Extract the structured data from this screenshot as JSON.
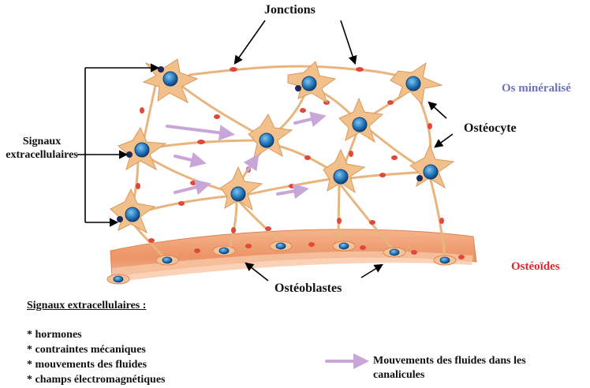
{
  "labels": {
    "jonctions": "Jonctions",
    "os_mineralise": "Os minéralisé",
    "osteocyte": "Ostéocyte",
    "signaux": "Signaux extracellulaires",
    "osteoides": "Ostéoïdes",
    "osteoblastes": "Ostéoblastes"
  },
  "legend": {
    "title": "Signaux extracellulaires :",
    "items": [
      "* hormones",
      "* contraintes mécaniques",
      "* mouvements des fluides",
      "* champs électromagnétiques"
    ],
    "fluid": "Mouvements des fluides dans les canalicules"
  },
  "colors": {
    "cell_body": "#f2c08a",
    "cell_outline": "#d89a5c",
    "process": "#e8b57e",
    "junction": "#e2483a",
    "nucleus": "#2b7fc0",
    "nucleus_dark": "#0f3f75",
    "osteoid": "#ef9a6a",
    "arrow_fluid": "#c9a6d8",
    "title_blue": "#6a72b8",
    "title_red": "#e0262b"
  }
}
